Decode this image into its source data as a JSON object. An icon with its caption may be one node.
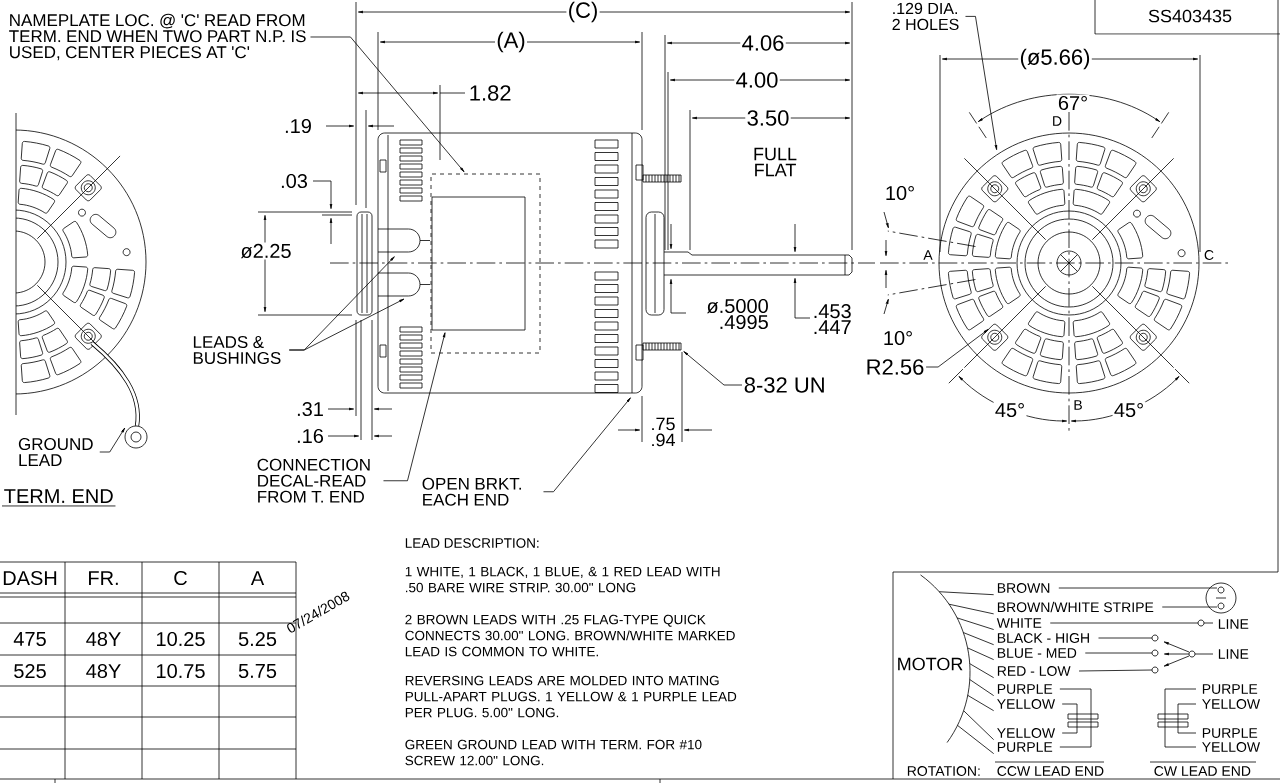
{
  "diagram": {
    "nodes": [
      {
        "text": [
          "NAMEPLATE LOC. @ 'C' READ FROM TERM. END WHEN TWO PART N.P. IS USED, CENTER PIECES AT 'C'"
        ]
      },
      {
        "text": [],
        "shape": "picture"
      },
      {
        "text": [
          "GROUND LEAD"
        ]
      },
      {
        "text": [],
        "shape": "picture"
      },
      {
        "text": [],
        "shape": "box",
        "in": 3
      },
      {
        "text": [],
        "shape": "box",
        "in": 4
      },
      {
        "text": [
          "LEADS & BUSHINGS"
        ]
      },
      {
        "text": [
          "CONNECTION DECAL-READ FROM T. END"
        ]
      },
      {
        "text": [
          "OPEN BRKT. EACH END"
        ]
      },
      {
        "text": [
          "8-32 UN"
        ]
      },
      {
        "text": [],
        "shape": "picture"
      },
      {
        "text": [
          ".129 DIA. 2 HOLES"
        ]
      },
      {
        "text": [
          "R2.56"
        ]
      }
    ],
    "edges": [
      {
        "from": 0,
        "to": 4,
        "arrow": "to"
      },
      {
        "from": 2,
        "to": 1,
        "arrow": "to"
      },
      {
        "from": 6,
        "to": 3,
        "arrow": "to"
      },
      {
        "from": 6,
        "to": 3,
        "arrow": "to"
      },
      {
        "from": 7,
        "to": 5,
        "arrow": "to"
      },
      {
        "from": 8,
        "to": 3,
        "arrow": "to"
      },
      {
        "from": 9,
        "to": 3,
        "arrow": "to"
      },
      {
        "from": 11,
        "to": 10,
        "arrow": "to"
      },
      {
        "from": 12,
        "to": 10,
        "arrow": "to"
      }
    ],
    "labels": [
      "(C)",
      "(A)",
      "4.06",
      "4.00",
      "1.82",
      "3.50",
      "FULL FLAT",
      ".19",
      ".03",
      "ø2.25",
      ".31",
      ".16",
      "ø.5000 .4995",
      ".453 .447",
      ".75 .94",
      "10°",
      "10°",
      "(ø5.66)",
      "67°",
      "D",
      "A",
      "C",
      "B",
      "45°",
      "45°",
      "SS403435",
      "TERM. END",
      "DASH",
      "FR.",
      "C",
      "A",
      "475",
      "48Y",
      "10.25",
      "5.25",
      "525",
      "48Y",
      "10.75",
      "5.75",
      "07/24/2008",
      "LEAD DESCRIPTION:",
      "1 WHITE, 1 BLACK, 1 BLUE, & 1 RED LEAD WITH .50 BARE WIRE STRIP. 30.00\" LONG",
      "2 BROWN LEADS WITH .25 FLAG-TYPE QUICK CONNECTS 30.00\" LONG.  BROWN/WHITE MARKED LEAD IS COMMON TO WHITE.",
      "REVERSING LEADS ARE MOLDED INTO MATING PULL-APART PLUGS. 1 YELLOW & 1 PURPLE LEAD PER PLUG. 5.00\" LONG.",
      "GREEN GROUND LEAD WITH TERM. FOR #10 SCREW 12.00\" LONG.",
      "BROWN",
      "BROWN/WHITE STRIPE",
      "WHITE",
      "LINE",
      "BLACK - HIGH",
      "BLUE - MED",
      "LINE",
      "MOTOR",
      "RED - LOW",
      "PURPLE",
      "PURPLE",
      "YELLOW",
      "YELLOW",
      "YELLOW",
      "PURPLE",
      "PURPLE",
      "YELLOW",
      "ROTATION:",
      "CCW LEAD END",
      "CW LEAD END"
    ]
  }
}
